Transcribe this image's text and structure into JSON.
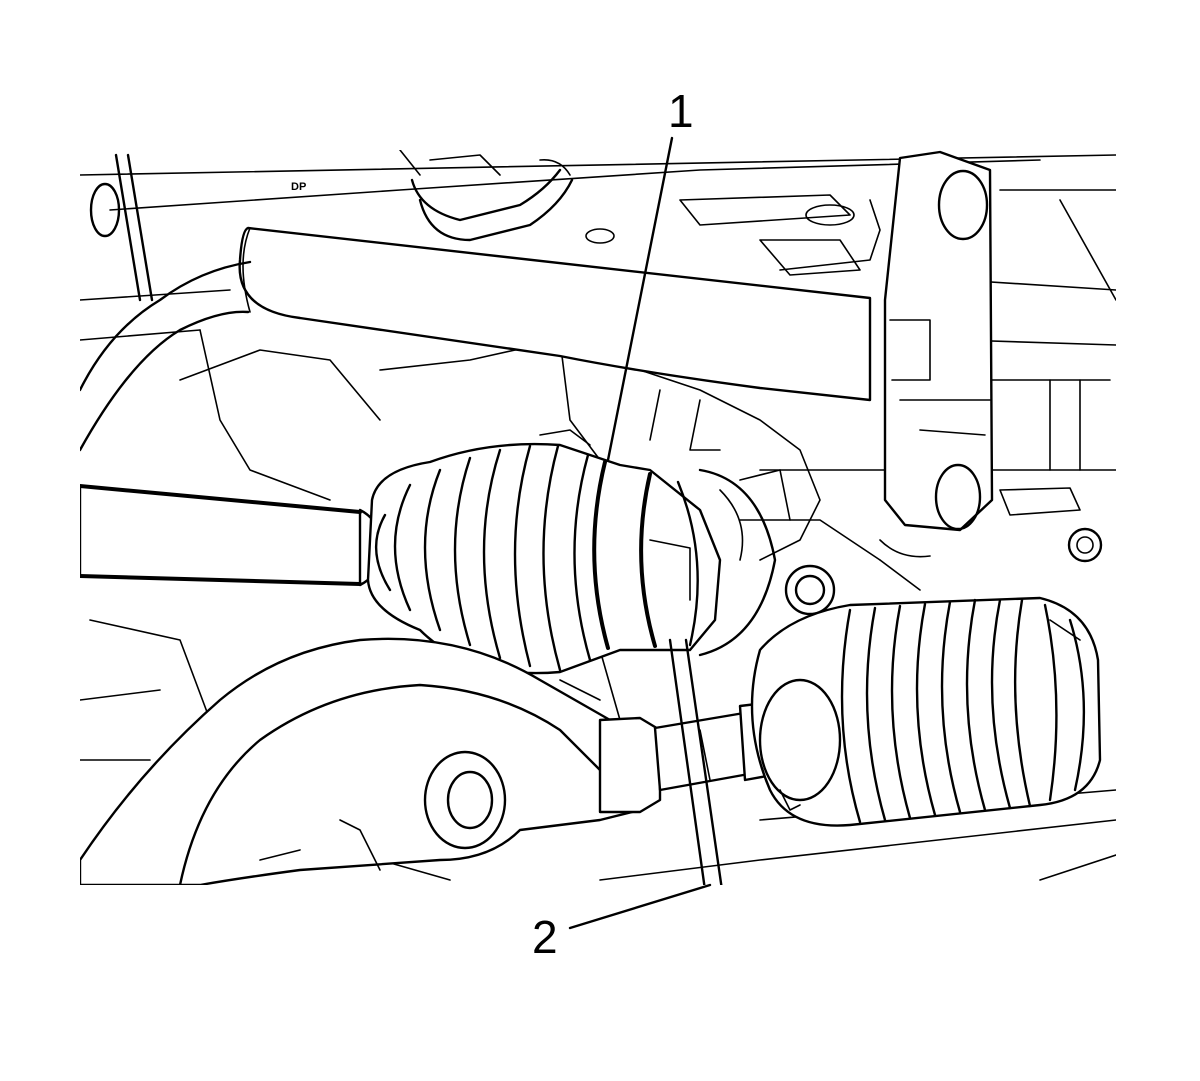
{
  "diagram": {
    "callouts": [
      {
        "id": 1,
        "label": "1",
        "target": "drive-axle-boot-clamp"
      },
      {
        "id": 2,
        "label": "2",
        "target": "clamp-tool"
      }
    ],
    "stamp_text": "DP"
  },
  "colors": {
    "line": "#000000",
    "background": "#ffffff"
  }
}
